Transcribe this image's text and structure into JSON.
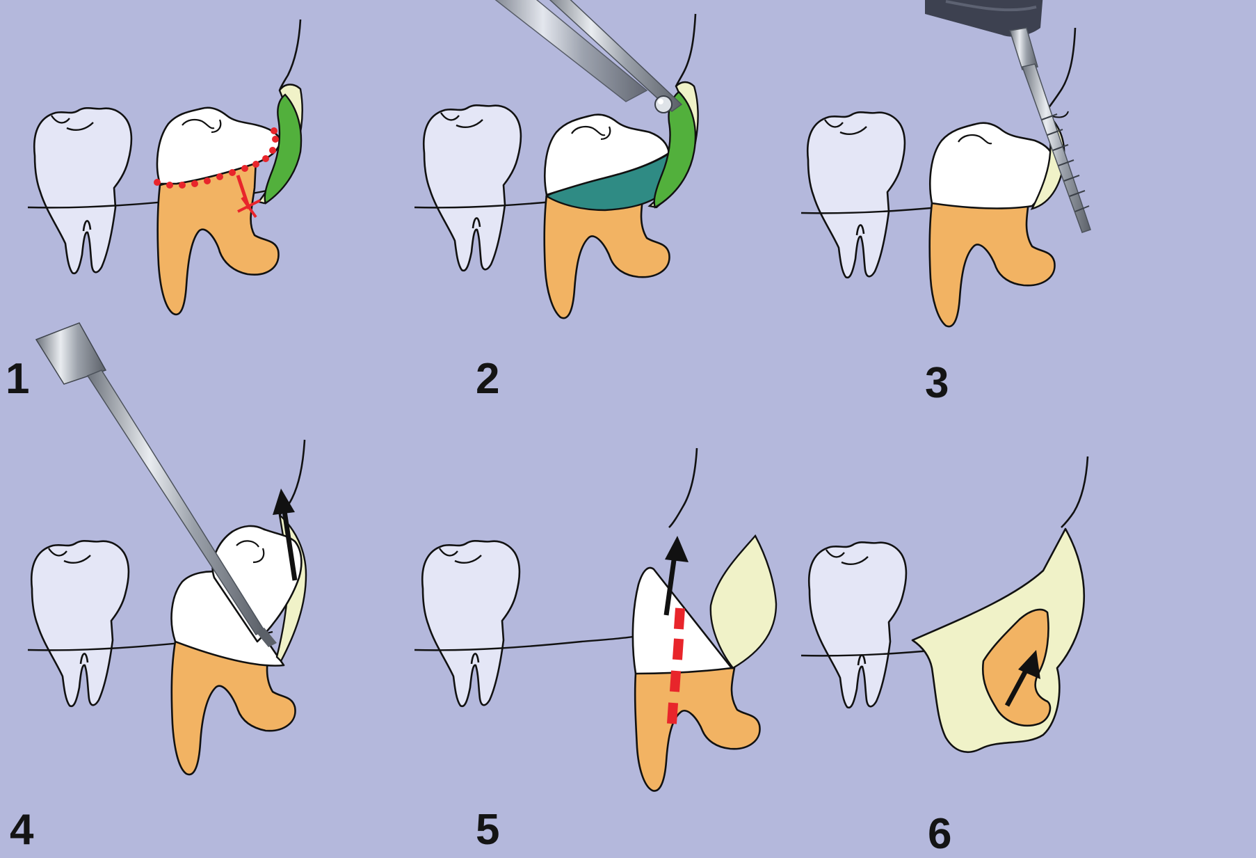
{
  "figure": {
    "background_color": "#b4b8dc",
    "colors": {
      "neighbor_tooth": "#e4e6f6",
      "crown": "#ffffff",
      "root": "#f2b363",
      "soft_tissue": "#f0f2c8",
      "gingiva_green": "#52b03c",
      "bone_teal": "#2f8b84",
      "outline": "#111111",
      "marking_red": "#e8252b",
      "instrument_steel": "#9aa0a8",
      "handpiece_dark": "#3d4150",
      "arrow": "#111111"
    },
    "steps": [
      {
        "number": "1"
      },
      {
        "number": "2"
      },
      {
        "number": "3"
      },
      {
        "number": "4"
      },
      {
        "number": "5"
      },
      {
        "number": "6"
      }
    ]
  }
}
